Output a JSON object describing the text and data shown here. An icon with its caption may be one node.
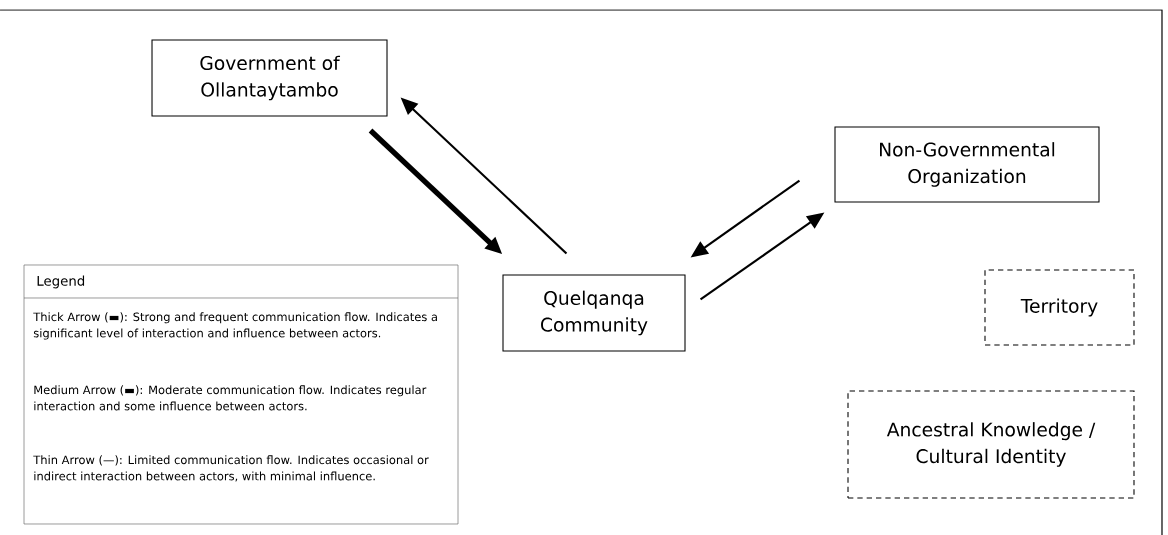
{
  "diagram": {
    "nodes": [
      {
        "text": [
          "Government of Ollantaytambo"
        ]
      },
      {
        "text": [
          "Quelqanqa Community"
        ]
      },
      {
        "text": [
          "Non-Governmental Organization"
        ]
      },
      {
        "text": [
          "Territory"
        ]
      },
      {
        "text": [
          "Ancestral Knowledge / Cultural Identity"
        ]
      }
    ],
    "edges": [
      {
        "from": 0,
        "to": 1,
        "arrow": "to",
        "style": "thick"
      },
      {
        "from": 1,
        "to": 0,
        "arrow": "to"
      },
      {
        "from": 2,
        "to": 1,
        "arrow": "to"
      },
      {
        "from": 1,
        "to": 2,
        "arrow": "to"
      }
    ],
    "labels": [
      "Legend"
    ],
    "legend": [
      {
        "text": "Thick Arrow (▬): Strong and frequent communication flow. Indicates a significant level of interaction and influence between actors."
      },
      {
        "text": "Medium Arrow (▬): Moderate communication flow. Indicates regular interaction and some influence between actors."
      },
      {
        "text": "Thin Arrow (—): Limited communication flow. Indicates occasional or indirect interaction between actors, with minimal influence."
      }
    ]
  }
}
